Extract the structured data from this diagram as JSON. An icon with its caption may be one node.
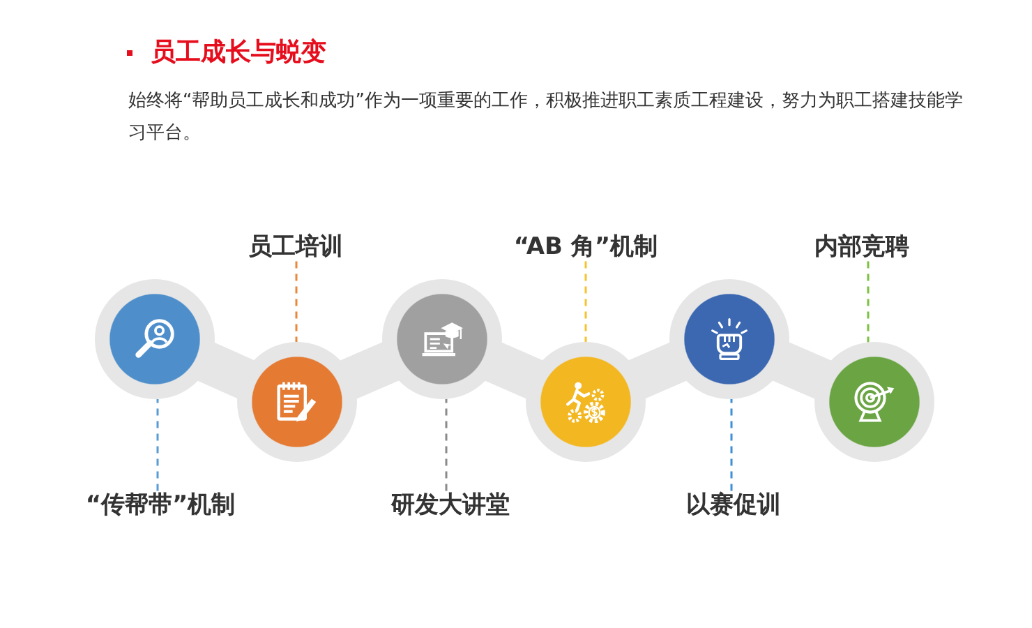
{
  "diagram": {
    "title": "员工成长与蜕变",
    "nodes": [
      {
        "text": [
          "“传帮带”机制"
        ]
      },
      {
        "text": [],
        "shape": "circle"
      },
      {
        "text": [
          "员工培训"
        ]
      },
      {
        "text": [],
        "shape": "circle"
      },
      {
        "text": [
          "研发大讲堂"
        ]
      },
      {
        "text": [],
        "shape": "circle"
      },
      {
        "text": [
          "“AB 角”机制"
        ]
      },
      {
        "text": [],
        "shape": "circle"
      },
      {
        "text": [
          "以赛促训"
        ]
      },
      {
        "text": [],
        "shape": "circle"
      },
      {
        "text": [
          "内部竞聘"
        ]
      },
      {
        "text": [],
        "shape": "circle"
      }
    ],
    "edges": [
      {
        "from": 0,
        "to": 1,
        "arrow": "none",
        "style": "dashed",
        "color": "#5b9bd5"
      },
      {
        "from": 2,
        "to": 3,
        "arrow": "none",
        "style": "dashed",
        "color": "#e8883a"
      },
      {
        "from": 4,
        "to": 5,
        "arrow": "none",
        "style": "dashed",
        "color": "#8a8a8a"
      },
      {
        "from": 6,
        "to": 7,
        "arrow": "none",
        "style": "dashed",
        "color": "#f5c330"
      },
      {
        "from": 8,
        "to": 9,
        "arrow": "none",
        "style": "dashed",
        "color": "#3f8fd8"
      },
      {
        "from": 10,
        "to": 11,
        "arrow": "none",
        "style": "dashed",
        "color": "#7cc142"
      },
      {
        "from": 1,
        "to": 3,
        "arrow": "none",
        "style": "thick",
        "color": "#e6e6e6"
      },
      {
        "from": 3,
        "to": 5,
        "arrow": "none",
        "style": "thick",
        "color": "#e6e6e6"
      },
      {
        "from": 5,
        "to": 7,
        "arrow": "none",
        "style": "thick",
        "color": "#e6e6e6"
      },
      {
        "from": 7,
        "to": 9,
        "arrow": "none",
        "style": "thick",
        "color": "#e6e6e6"
      },
      {
        "from": 9,
        "to": 11,
        "arrow": "none",
        "style": "thick",
        "color": "#e6e6e6"
      }
    ],
    "labels": [
      "始终将“帮助员工成长和成功”作为一项重要的工作，积极推进职工素质工程建设，努力为职工搭建技能学习平台。"
    ]
  }
}
